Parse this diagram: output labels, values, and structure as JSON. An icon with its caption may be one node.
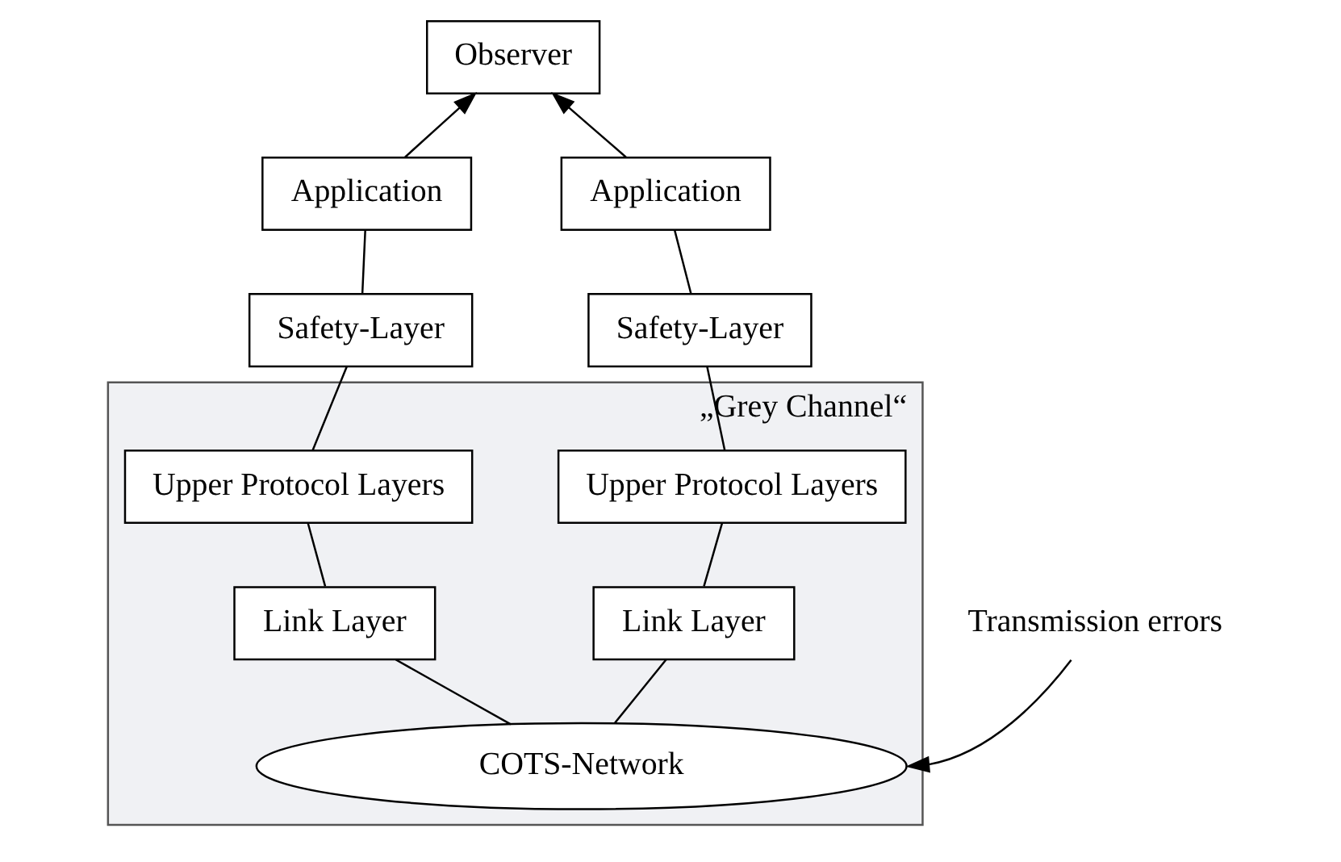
{
  "diagram": {
    "nodes": [
      {
        "text": [
          "Observer"
        ]
      },
      {
        "text": [
          "Application"
        ]
      },
      {
        "text": [
          "Application"
        ]
      },
      {
        "text": [
          "Safety-Layer"
        ]
      },
      {
        "text": [
          "Safety-Layer"
        ]
      },
      {
        "text": [
          "„Grey Channel“"
        ]
      },
      {
        "text": [
          "Upper Protocol Layers"
        ],
        "in": 5
      },
      {
        "text": [
          "Upper Protocol Layers"
        ],
        "in": 5
      },
      {
        "text": [
          "Link Layer"
        ],
        "in": 5
      },
      {
        "text": [
          "Link Layer"
        ],
        "in": 5
      },
      {
        "text": [
          "COTS-Network"
        ],
        "in": 5
      },
      {
        "text": [
          "Transmission errors"
        ]
      }
    ],
    "edges": [
      {
        "from": 1,
        "to": 0,
        "arrow": "to"
      },
      {
        "from": 2,
        "to": 0,
        "arrow": "to"
      },
      {
        "from": 1,
        "to": 3,
        "arrow": "none"
      },
      {
        "from": 2,
        "to": 4,
        "arrow": "none"
      },
      {
        "from": 3,
        "to": 6,
        "arrow": "none"
      },
      {
        "from": 4,
        "to": 7,
        "arrow": "none"
      },
      {
        "from": 6,
        "to": 8,
        "arrow": "none"
      },
      {
        "from": 7,
        "to": 9,
        "arrow": "none"
      },
      {
        "from": 8,
        "to": 10,
        "arrow": "none"
      },
      {
        "from": 9,
        "to": 10,
        "arrow": "none"
      },
      {
        "from": 11,
        "to": 10,
        "arrow": "to"
      }
    ]
  }
}
